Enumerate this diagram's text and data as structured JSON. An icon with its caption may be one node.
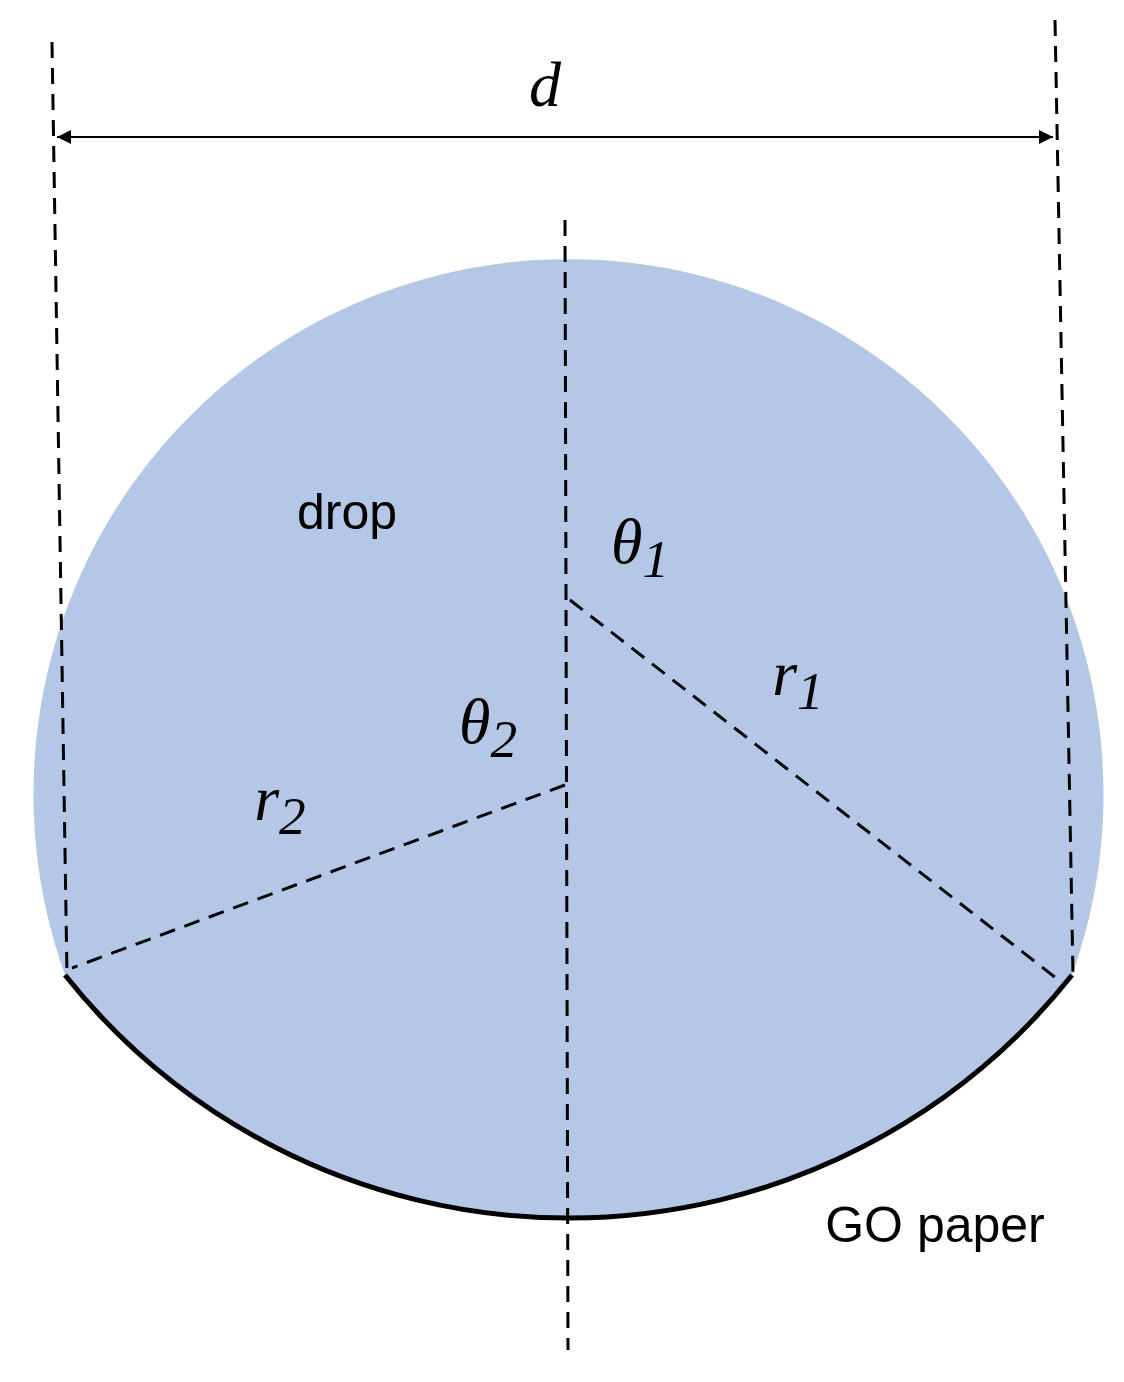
{
  "diagram": {
    "labels": [
      "d",
      "drop",
      "θ$_{1}$",
      "r$_{1}$",
      "θ$_{2}$",
      "r$_{2}$",
      "GO paper"
    ]
  }
}
